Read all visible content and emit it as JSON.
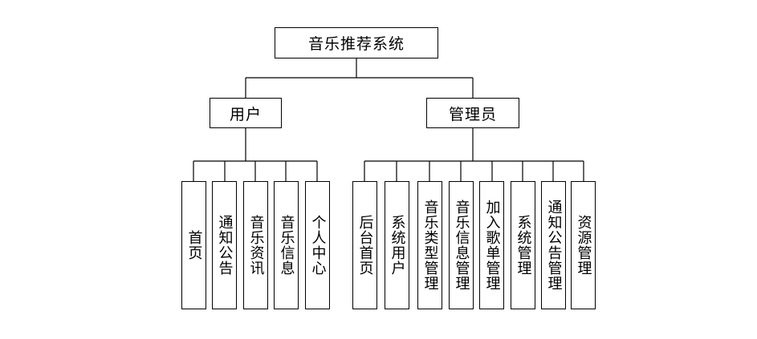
{
  "diagram": {
    "root": "音乐推荐系统",
    "user_branch": {
      "label": "用户",
      "children": [
        "首页",
        "通知公告",
        "音乐资讯",
        "音乐信息",
        "个人中心"
      ]
    },
    "admin_branch": {
      "label": "管理员",
      "children": [
        "后台首页",
        "系统用户",
        "音乐类型管理",
        "音乐信息管理",
        "加入歌单管理",
        "系统管理",
        "通知公告管理",
        "资源管理"
      ]
    }
  }
}
